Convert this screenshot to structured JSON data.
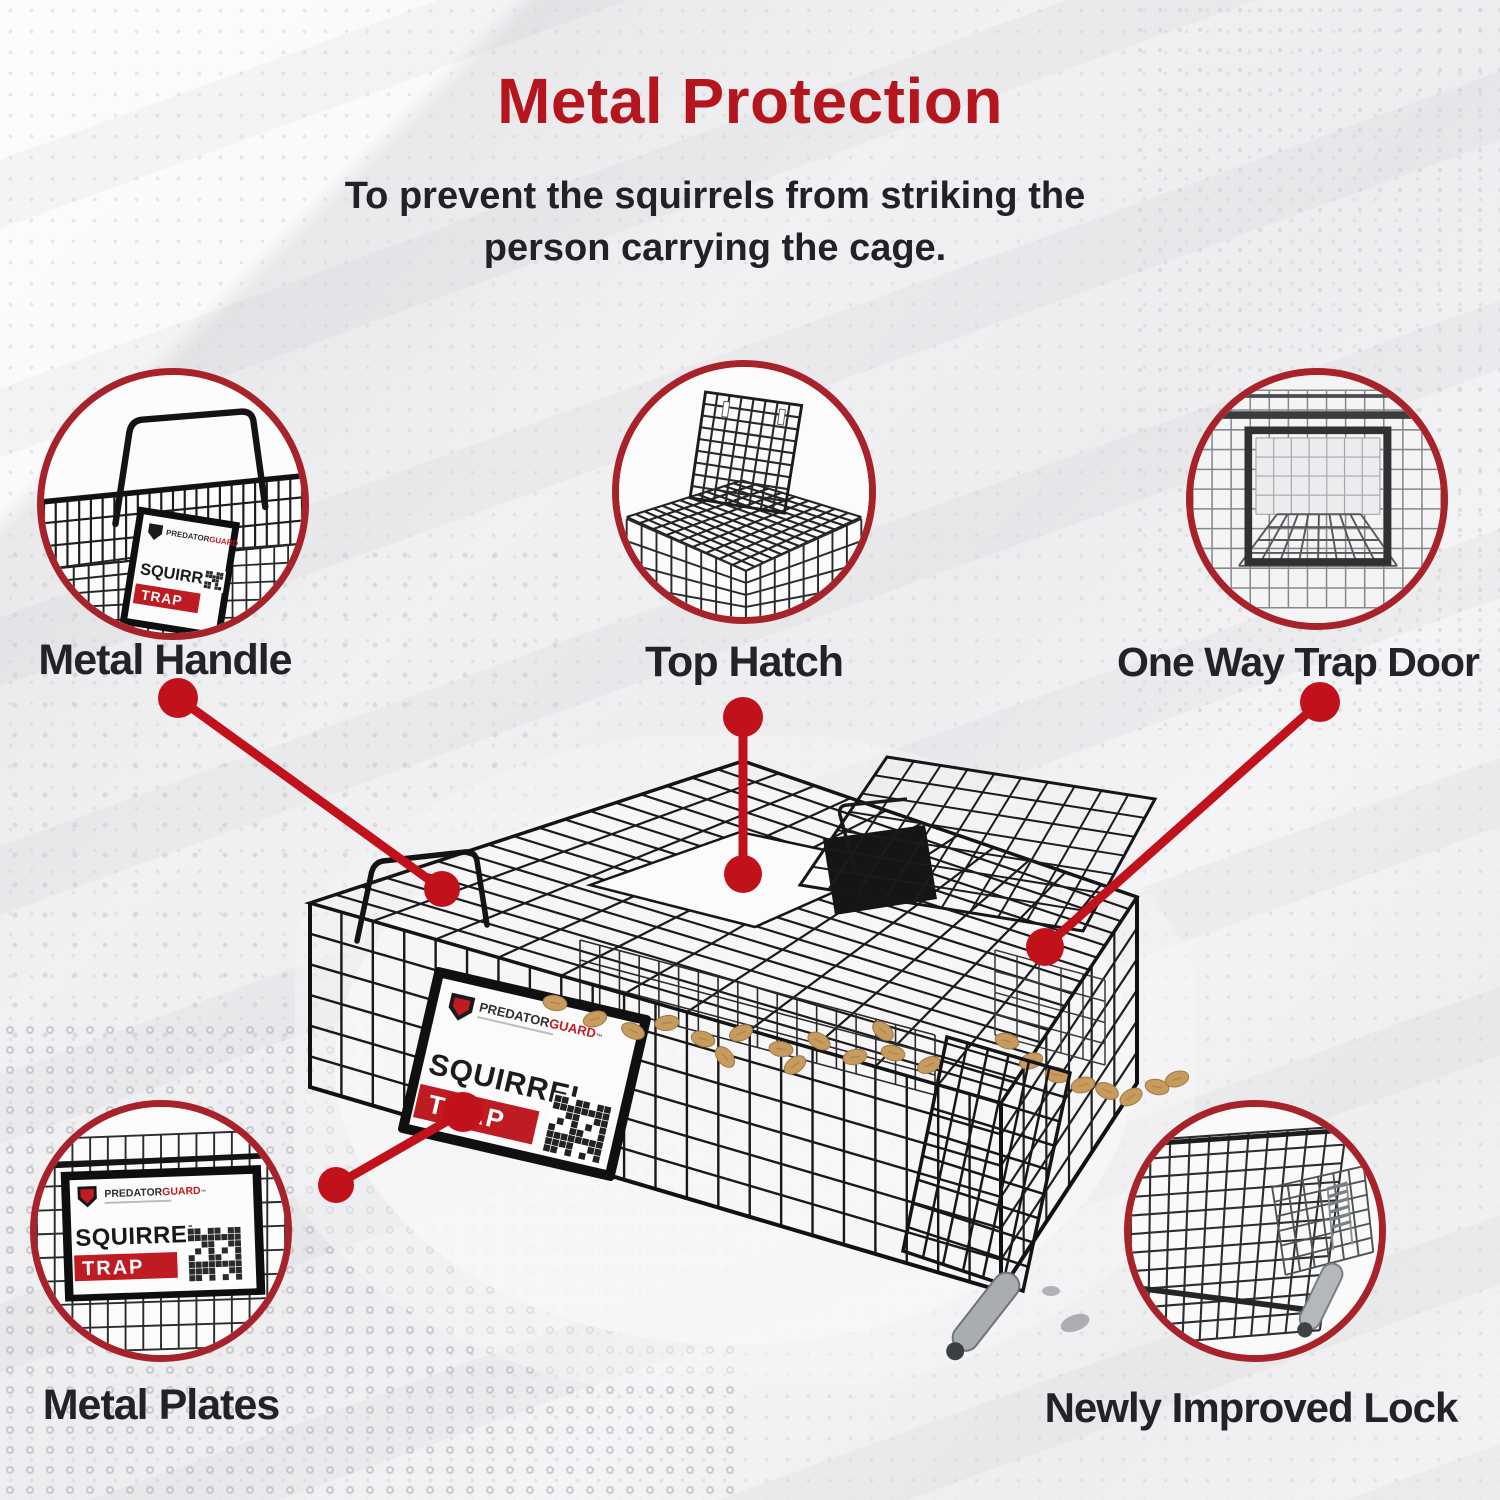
{
  "header": {
    "title": "Metal Protection",
    "subtitle": "To prevent the squirrels from striking the person carrying the cage."
  },
  "callouts": [
    {
      "id": "metal-handle",
      "label": "Metal Handle"
    },
    {
      "id": "top-hatch",
      "label": "Top Hatch"
    },
    {
      "id": "one-way-trap-door",
      "label": "One Way Trap Door"
    },
    {
      "id": "metal-plates",
      "label": "Metal Plates"
    },
    {
      "id": "newly-improved-lock",
      "label": "Newly Improved Lock"
    }
  ],
  "product_label": {
    "brand_left": "PREDATOR",
    "brand_right": "GUARD",
    "trademark": "™",
    "title": "SQUIRREL",
    "subtitle": "TRAP"
  },
  "icons": {
    "circle_photos": [
      "metal-handle-photo",
      "top-hatch-photo",
      "one-way-trap-door-photo",
      "metal-plates-photo",
      "newly-improved-lock-photo"
    ],
    "leader_dot": "red-connector-dot",
    "brand_shield": "shield-icon",
    "qr": "qr-code"
  },
  "colors": {
    "heading_red": "#B5161E",
    "accent_red": "#C1121C",
    "circle_border": "#A8222A",
    "label_bar_red": "#BF1B22",
    "text_dark": "#232327",
    "background": "#F1F1F3"
  }
}
